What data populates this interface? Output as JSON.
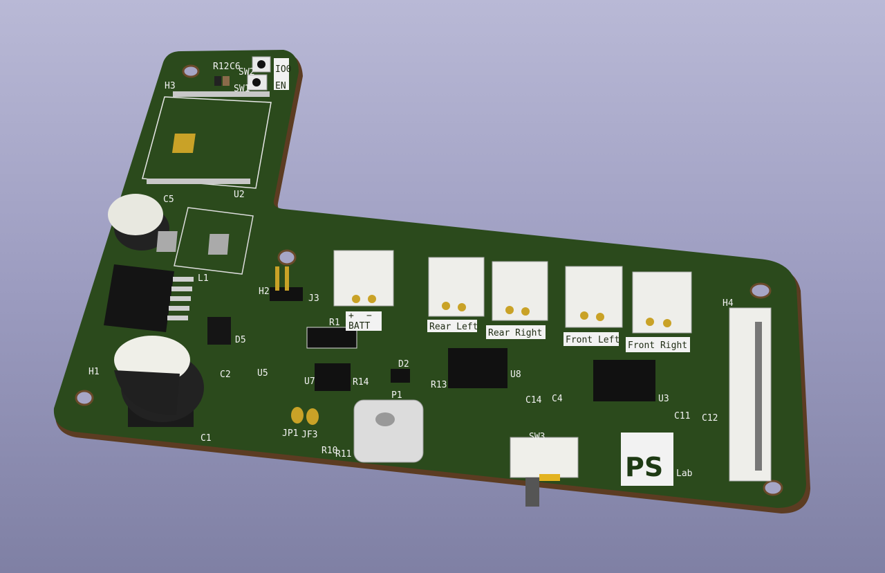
{
  "board": {
    "colors": {
      "pcb": "#2b4a1c",
      "edge": "#6a4a2a",
      "silk": "#f2f2f2",
      "pad": "#c9a227",
      "background": "#a3a3c4"
    },
    "labels": {
      "h3": "H3",
      "r12": "R12",
      "c6": "C6",
      "sw2": "SW2",
      "sw1": "SW1",
      "en": "EN",
      "io0": "IO0",
      "u2": "U2",
      "c5": "C5",
      "l1": "L1",
      "h2": "H2",
      "j3": "J3",
      "d5": "D5",
      "h1": "H1",
      "c2": "C2",
      "u5": "U5",
      "c1": "C1",
      "r1": "R1",
      "u7": "U7",
      "r14": "R14",
      "d2": "D2",
      "r13": "R13",
      "p1": "P1",
      "jp1": "JP1",
      "jf3": "JF3",
      "r10": "R10",
      "r11": "R11",
      "u8": "U8",
      "c14": "C14",
      "c4": "C4",
      "u3": "U3",
      "c11": "C11",
      "c12": "C12",
      "sw3": "SW3",
      "h4": "H4"
    },
    "connectors": {
      "batt": "BATT",
      "plus": "+",
      "minus": "−",
      "rear_left": "Rear Left",
      "rear_right": "Rear Right",
      "front_left": "Front Left",
      "front_right": "Front Right"
    },
    "logo": {
      "ps": "PS",
      "lab": "Lab"
    }
  }
}
